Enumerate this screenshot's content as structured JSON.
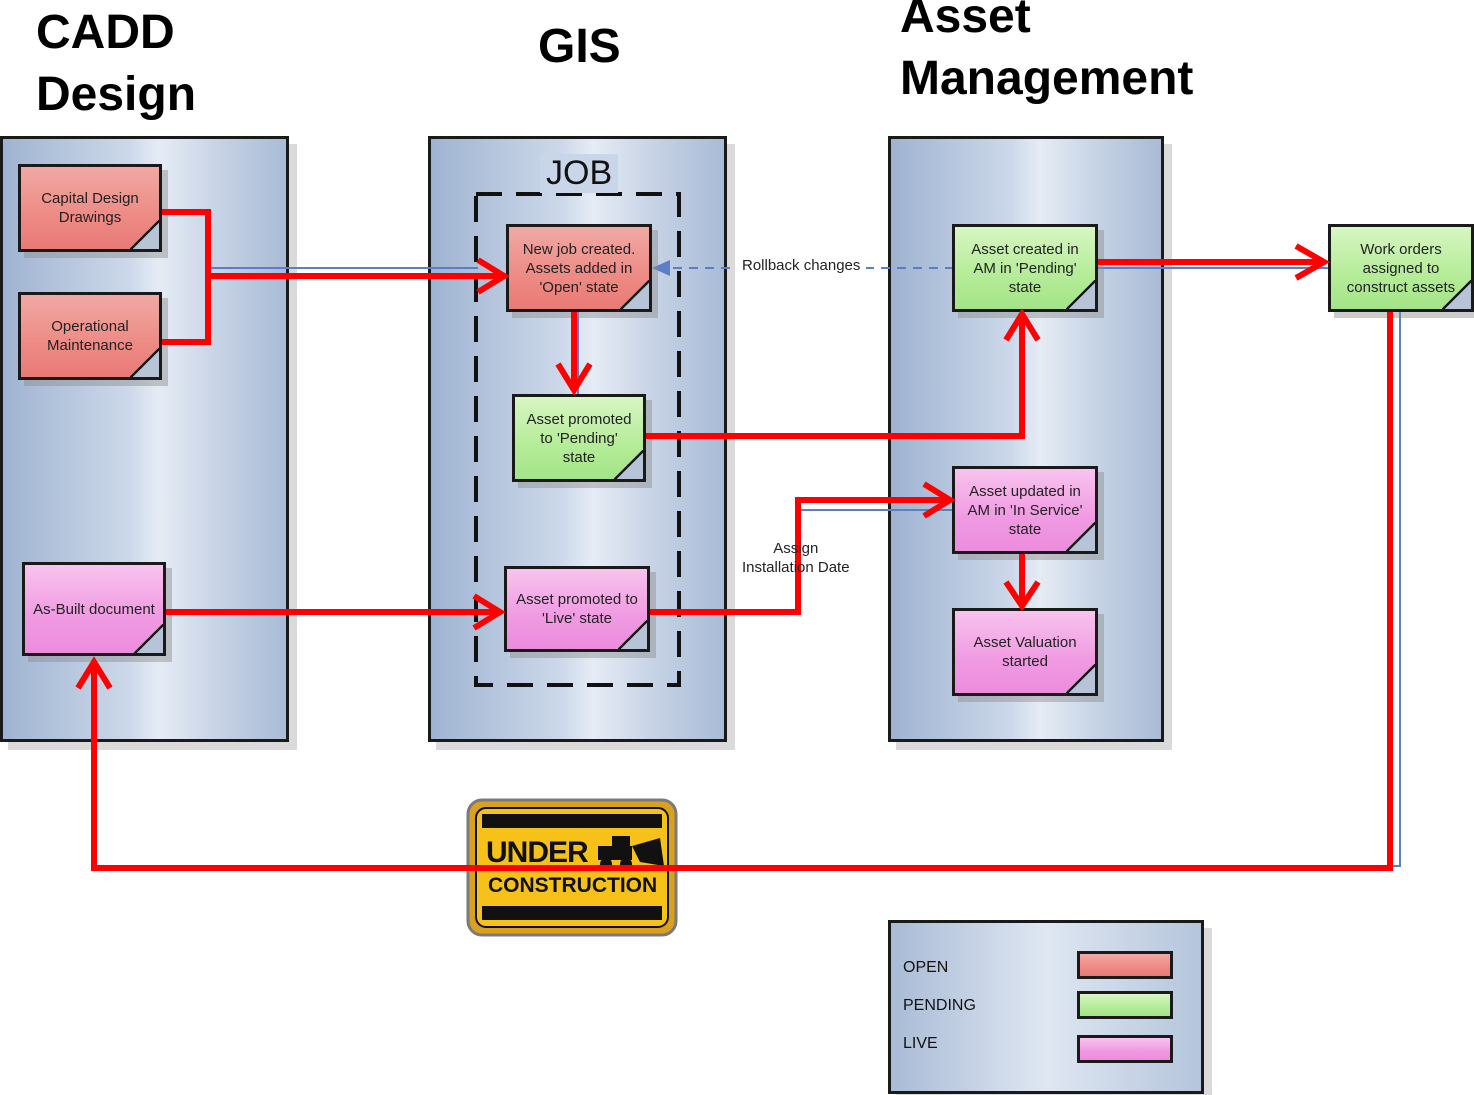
{
  "headings": {
    "cadd": "CADD\nDesign",
    "gis": "GIS",
    "asset": "Asset\nManagement"
  },
  "job_label": "JOB",
  "nodes": {
    "capital_design": "Capital Design\nDrawings",
    "operational_maintenance": "Operational\nMaintenance",
    "as_built": "As-Built document",
    "new_job": "New job created.\nAssets added in\n'Open' state",
    "promoted_pending": "Asset promoted\nto 'Pending'\nstate",
    "promoted_live": "Asset promoted to\n'Live' state",
    "am_pending": "Asset created in\nAM in 'Pending'\nstate",
    "am_in_service": "Asset updated in\nAM in 'In Service'\nstate",
    "valuation": "Asset Valuation\nstarted",
    "work_orders": "Work orders\nassigned to\nconstruct assets"
  },
  "edge_labels": {
    "rollback": "Rollback changes",
    "assign_date": "Assign\nInstallation Date"
  },
  "sign": {
    "line1": "UNDER",
    "line2": "CONSTRUCTION"
  },
  "legend": {
    "items": [
      {
        "label": "OPEN",
        "state": "open"
      },
      {
        "label": "PENDING",
        "state": "pending"
      },
      {
        "label": "LIVE",
        "state": "live"
      }
    ]
  },
  "colors": {
    "flow_red": "#ff0000",
    "connector_blue": "#5b7fc4",
    "open": "#ee8a84",
    "pending": "#b4ec97",
    "live": "#f09ae2"
  }
}
